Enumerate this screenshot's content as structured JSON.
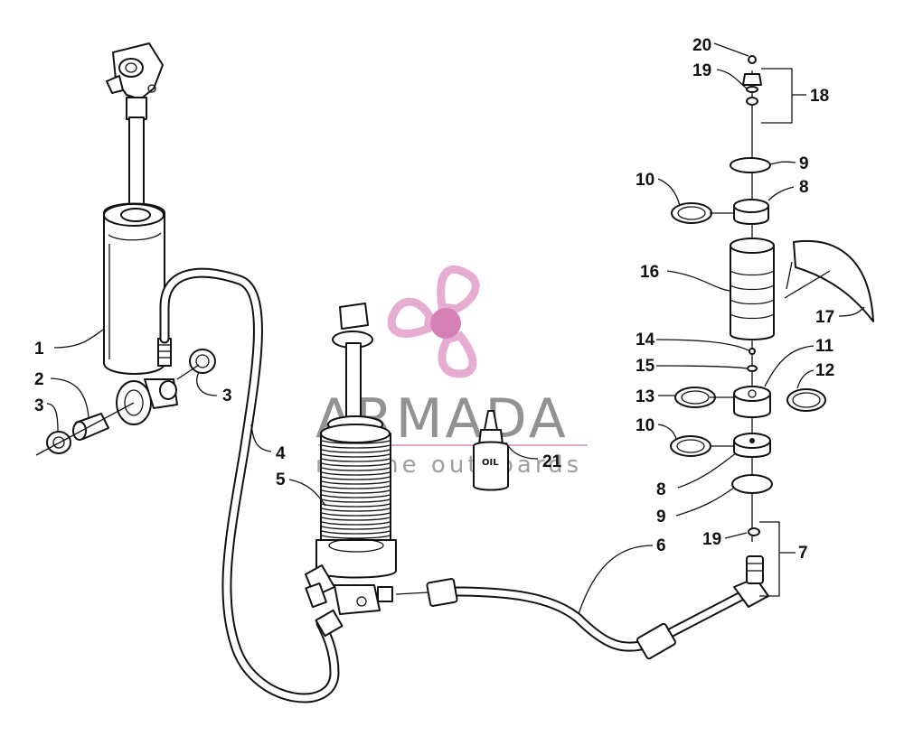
{
  "callouts": {
    "c1": "1",
    "c2": "2",
    "c3a": "3",
    "c3b": "3",
    "c4": "4",
    "c5": "5",
    "c6": "6",
    "c7": "7",
    "c8a": "8",
    "c8b": "8",
    "c9a": "9",
    "c9b": "9",
    "c10a": "10",
    "c10b": "10",
    "c11": "11",
    "c12": "12",
    "c13": "13",
    "c14": "14",
    "c15": "15",
    "c16": "16",
    "c17": "17",
    "c18": "18",
    "c19a": "19",
    "c19b": "19",
    "c20": "20",
    "c21": "21"
  },
  "oil_label": "OIL",
  "watermark": {
    "title": "ARMADA",
    "subtitle": "marine outboards",
    "logo": "propeller-logo",
    "colors": {
      "logo": "#e6a8cf",
      "logo_dark": "#d47ab5",
      "text": "#8d8d8d",
      "rule": "#e0a4c8"
    }
  }
}
